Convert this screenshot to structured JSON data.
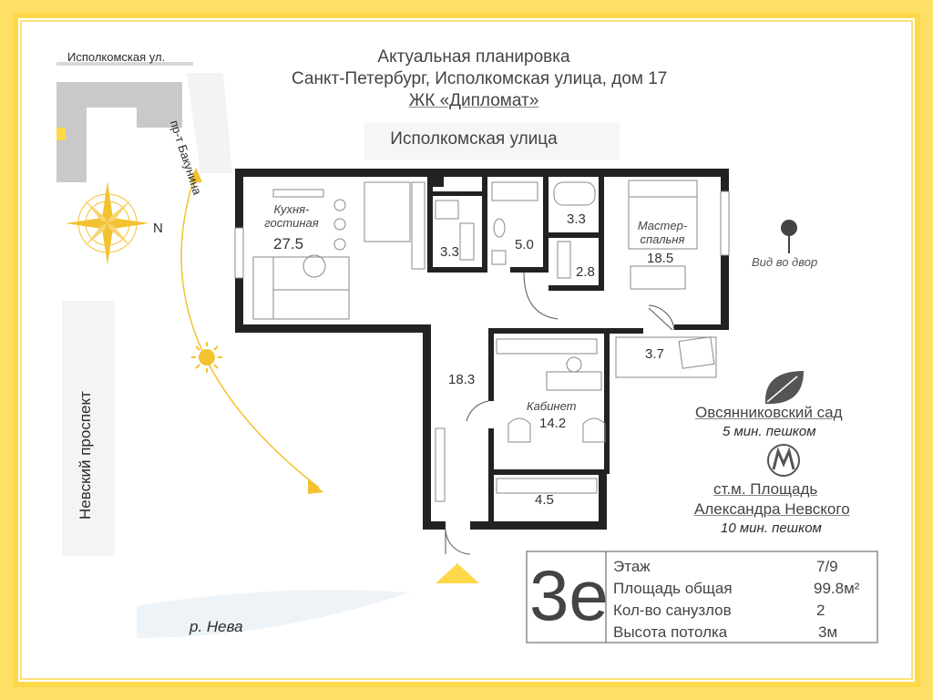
{
  "header": {
    "title": "Актуальная планировка",
    "address": "Санкт-Петербург, Исполкомская улица, дом 17",
    "complex": "ЖК «Дипломат»",
    "street_top": "Исполкомская улица"
  },
  "map": {
    "street_top_left": "Исполкомская ул.",
    "street_bakunina": "пр-т Бакунина",
    "nevsky": "Невский проспект",
    "river": "р. Нева",
    "north_letter": "N",
    "view_label": "Вид во двор"
  },
  "rooms": [
    {
      "key": "kitchen",
      "name": "Кухня-\nгостиная",
      "area": "27.5"
    },
    {
      "key": "bath1",
      "name": "",
      "area": "3.3"
    },
    {
      "key": "bath2",
      "name": "",
      "area": "5.0"
    },
    {
      "key": "bath3",
      "name": "",
      "area": "3.3"
    },
    {
      "key": "closet",
      "name": "",
      "area": "2.8"
    },
    {
      "key": "master",
      "name": "Мастер-\nспальня",
      "area": "18.5"
    },
    {
      "key": "balcony",
      "name": "",
      "area": "3.7"
    },
    {
      "key": "hall",
      "name": "",
      "area": "18.3"
    },
    {
      "key": "office",
      "name": "Кабинет",
      "area": "14.2"
    },
    {
      "key": "storage",
      "name": "",
      "area": "4.5"
    }
  ],
  "poi": {
    "garden_name": "Овсянниковский сад",
    "garden_time": "5 мин. пешком",
    "metro_name_1": "ст.м. Площадь",
    "metro_name_2": "Александра Невского",
    "metro_time": "10 мин. пешком"
  },
  "specs": {
    "code": "3е",
    "rows": [
      {
        "label": "Этаж",
        "value": "7/9"
      },
      {
        "label": "Площадь общая",
        "value": "99.8м²"
      },
      {
        "label": "Кол-во санузлов",
        "value": "2"
      },
      {
        "label": "Высота потолка",
        "value": "3м"
      }
    ]
  },
  "colors": {
    "accent": "#ffd84a",
    "wall": "#222222",
    "sun": "#f2c230"
  }
}
